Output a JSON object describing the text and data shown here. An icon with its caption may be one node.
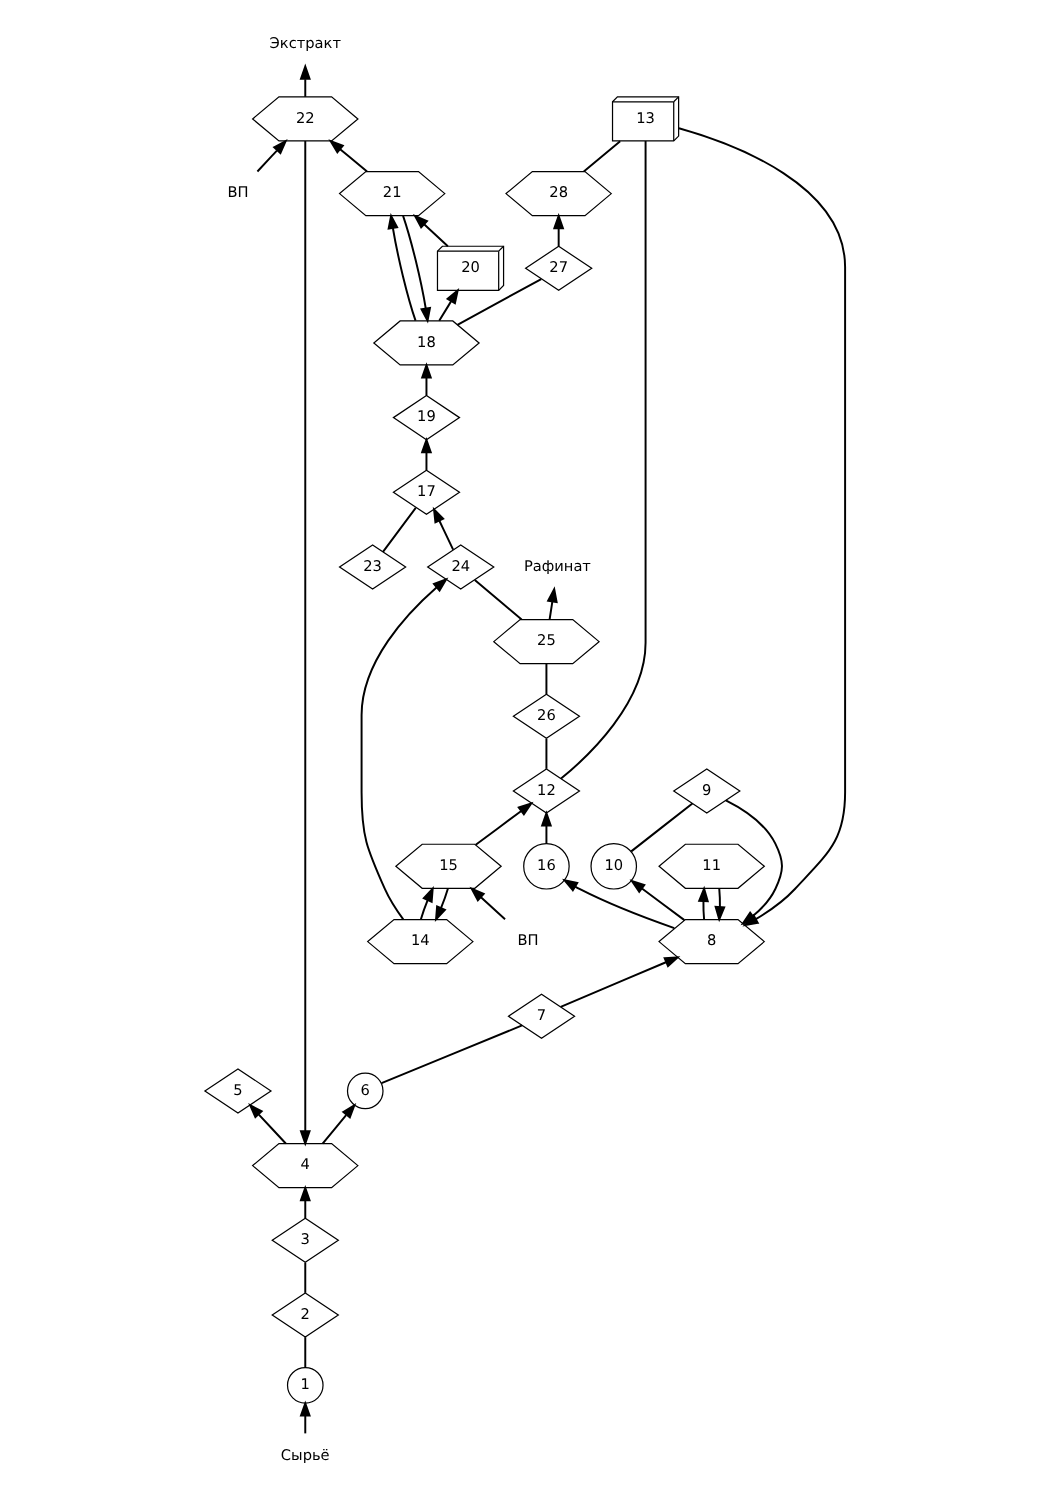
{
  "diagram": {
    "nodes": [
      {
        "text": [
          "1"
        ]
      },
      {
        "text": [
          "2"
        ]
      },
      {
        "text": [
          "3"
        ]
      },
      {
        "text": [
          "4"
        ]
      },
      {
        "text": [
          "5"
        ]
      },
      {
        "text": [
          "6"
        ]
      },
      {
        "text": [
          "7"
        ]
      },
      {
        "text": [
          "8"
        ]
      },
      {
        "text": [
          "9"
        ]
      },
      {
        "text": [
          "10"
        ]
      },
      {
        "text": [
          "11"
        ]
      },
      {
        "text": [
          "12"
        ]
      },
      {
        "text": [
          "13"
        ]
      },
      {
        "text": [
          "14"
        ]
      },
      {
        "text": [
          "15"
        ]
      },
      {
        "text": [
          "16"
        ]
      },
      {
        "text": [
          "17"
        ]
      },
      {
        "text": [
          "18"
        ]
      },
      {
        "text": [
          "19"
        ]
      },
      {
        "text": [
          "20"
        ]
      },
      {
        "text": [
          "21"
        ]
      },
      {
        "text": [
          "22"
        ]
      },
      {
        "text": [
          "23"
        ]
      },
      {
        "text": [
          "24"
        ]
      },
      {
        "text": [
          "25"
        ]
      },
      {
        "text": [
          "26"
        ]
      },
      {
        "text": [
          "27"
        ]
      },
      {
        "text": [
          "28"
        ]
      },
      {
        "text": [
          "Сырьё"
        ]
      },
      {
        "text": [
          "Рафинат"
        ]
      },
      {
        "text": [
          "Экстракт"
        ]
      },
      {
        "text": [
          "ВП"
        ]
      },
      {
        "text": [
          "ВП"
        ]
      }
    ],
    "edges": [
      {
        "from": 28,
        "to": 0,
        "arrow": "to"
      },
      {
        "from": 0,
        "to": 1,
        "arrow": "none"
      },
      {
        "from": 1,
        "to": 2,
        "arrow": "none"
      },
      {
        "from": 2,
        "to": 3,
        "arrow": "to"
      },
      {
        "from": 3,
        "to": 4,
        "arrow": "to"
      },
      {
        "from": 3,
        "to": 5,
        "arrow": "to"
      },
      {
        "from": 5,
        "to": 6,
        "arrow": "none"
      },
      {
        "from": 6,
        "to": 7,
        "arrow": "to"
      },
      {
        "from": 9,
        "to": 8,
        "arrow": "none"
      },
      {
        "from": 8,
        "to": 7,
        "arrow": "to"
      },
      {
        "from": 7,
        "to": 9,
        "arrow": "to"
      },
      {
        "from": 7,
        "to": 15,
        "arrow": "to"
      },
      {
        "from": 7,
        "to": 10,
        "arrow": "to"
      },
      {
        "from": 10,
        "to": 7,
        "arrow": "to"
      },
      {
        "from": 12,
        "to": 7,
        "arrow": "to"
      },
      {
        "from": 15,
        "to": 11,
        "arrow": "to"
      },
      {
        "from": 26,
        "to": 27,
        "arrow": "to"
      },
      {
        "from": 27,
        "to": 12,
        "arrow": "none"
      },
      {
        "from": 12,
        "to": 11,
        "arrow": "none"
      },
      {
        "from": 14,
        "to": 11,
        "arrow": "to"
      },
      {
        "from": 13,
        "to": 14,
        "arrow": "to"
      },
      {
        "from": 14,
        "to": 13,
        "arrow": "to"
      },
      {
        "from": 32,
        "to": 14,
        "arrow": "to"
      },
      {
        "from": 11,
        "to": 25,
        "arrow": "none"
      },
      {
        "from": 25,
        "to": 24,
        "arrow": "none"
      },
      {
        "from": 24,
        "to": 29,
        "arrow": "to"
      },
      {
        "from": 24,
        "to": 23,
        "arrow": "none"
      },
      {
        "from": 23,
        "to": 16,
        "arrow": "to"
      },
      {
        "from": 13,
        "to": 23,
        "arrow": "to"
      },
      {
        "from": 16,
        "to": 18,
        "arrow": "to"
      },
      {
        "from": 18,
        "to": 17,
        "arrow": "to"
      },
      {
        "from": 17,
        "to": 20,
        "arrow": "to"
      },
      {
        "from": 19,
        "to": 20,
        "arrow": "to"
      },
      {
        "from": 17,
        "to": 19,
        "arrow": "to"
      },
      {
        "from": 20,
        "to": 21,
        "arrow": "to"
      },
      {
        "from": 31,
        "to": 21,
        "arrow": "to"
      },
      {
        "from": 21,
        "to": 30,
        "arrow": "to"
      },
      {
        "from": 21,
        "to": 3,
        "arrow": "to"
      },
      {
        "from": 22,
        "to": 16,
        "arrow": "none"
      },
      {
        "from": 20,
        "to": 17,
        "arrow": "to"
      },
      {
        "from": 17,
        "to": 26,
        "arrow": "none"
      }
    ]
  }
}
